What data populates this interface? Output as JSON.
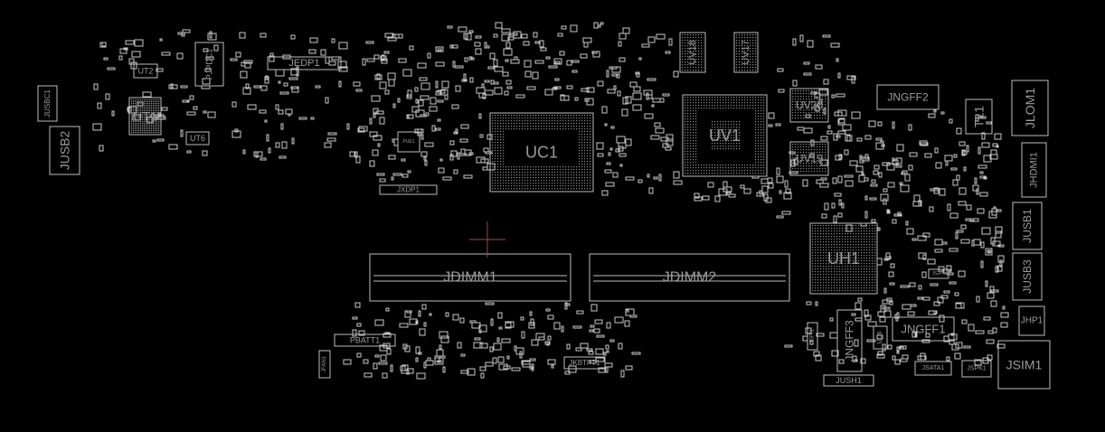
{
  "viewer": {
    "background": "#000000",
    "outline_color": "#bdbdbd",
    "cursor_color": "#a04848"
  },
  "components": [
    {
      "id": "JUSBC1",
      "kind": "connector",
      "vertical": true
    },
    {
      "id": "JUSB2",
      "kind": "connector",
      "vertical": true
    },
    {
      "id": "UT2",
      "kind": "ic"
    },
    {
      "id": "UT1",
      "kind": "bga"
    },
    {
      "id": "UT6",
      "kind": "ic"
    },
    {
      "id": "PJPDC1",
      "kind": "connector",
      "vertical": true
    },
    {
      "id": "JEDP1",
      "kind": "connector"
    },
    {
      "id": "JXDP1",
      "kind": "connector"
    },
    {
      "id": "UC1",
      "kind": "cpu"
    },
    {
      "id": "UV18",
      "kind": "memory",
      "vertical": true
    },
    {
      "id": "UV17",
      "kind": "memory",
      "vertical": true
    },
    {
      "id": "UV1",
      "kind": "gpu"
    },
    {
      "id": "UV20",
      "kind": "memory"
    },
    {
      "id": "UV19",
      "kind": "memory"
    },
    {
      "id": "JNGFF2",
      "kind": "connector"
    },
    {
      "id": "TL1",
      "kind": "transformer",
      "vertical": true
    },
    {
      "id": "JLOM1",
      "kind": "connector",
      "vertical": true
    },
    {
      "id": "JHDMI1",
      "kind": "connector",
      "vertical": true
    },
    {
      "id": "UH1",
      "kind": "pch"
    },
    {
      "id": "JUSB1",
      "kind": "connector",
      "vertical": true
    },
    {
      "id": "JUSB3",
      "kind": "connector",
      "vertical": true
    },
    {
      "id": "JHP1",
      "kind": "connector"
    },
    {
      "id": "JSIM1",
      "kind": "connector"
    },
    {
      "id": "JNGFF1",
      "kind": "connector"
    },
    {
      "id": "JNGFF3",
      "kind": "connector",
      "vertical": true
    },
    {
      "id": "UC6",
      "kind": "ic",
      "vertical": true
    },
    {
      "id": "JSPI1",
      "kind": "connector",
      "vertical": true
    },
    {
      "id": "JUSH1",
      "kind": "connector"
    },
    {
      "id": "JSATA1",
      "kind": "connector"
    },
    {
      "id": "JSPK1",
      "kind": "connector"
    },
    {
      "id": "JDIMM1",
      "kind": "dimm"
    },
    {
      "id": "JDIMM2",
      "kind": "dimm"
    },
    {
      "id": "PBATT1",
      "kind": "connector"
    },
    {
      "id": "JFAN1",
      "kind": "connector",
      "vertical": true
    },
    {
      "id": "JKBTPT1",
      "kind": "connector"
    },
    {
      "id": "PUE1",
      "kind": "ic"
    },
    {
      "id": "JS2P1",
      "kind": "connector"
    }
  ]
}
